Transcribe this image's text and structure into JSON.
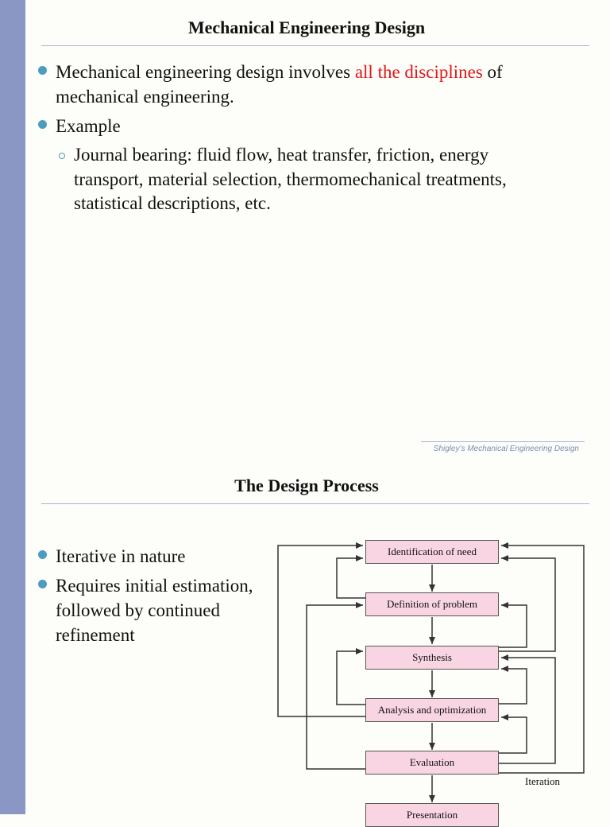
{
  "slide1": {
    "title": "Mechanical Engineering Design",
    "bullet1": {
      "pre": "Mechanical engineering design involves ",
      "highlight": "all the disciplines",
      "post": " of",
      "line2": "mechanical engineering."
    },
    "bullet2": "Example",
    "sub1": {
      "line1": "Journal bearing: fluid flow, heat transfer, friction, energy",
      "line2": "transport, material selection, thermomechanical treatments,",
      "line3": "statistical descriptions, etc."
    },
    "footer": "Shigley’s Mechanical Engineering Design"
  },
  "slide2": {
    "title": "The Design Process",
    "bullet1": "Iterative in nature",
    "bullet2": {
      "line1": "Requires initial estimation,",
      "line2": "followed by continued",
      "line3": "refinement"
    },
    "flowchart": {
      "boxes": [
        "Identification of need",
        "Definition of problem",
        "Synthesis",
        "Analysis and optimization",
        "Evaluation",
        "Presentation"
      ],
      "iteration_label": "Iteration"
    }
  },
  "colors": {
    "left_bar": "#8a97c4",
    "bullet": "#4b9cbf",
    "highlight": "#e0191b",
    "box_fill": "#f9d5e3",
    "rule": "#a9b4cf"
  }
}
